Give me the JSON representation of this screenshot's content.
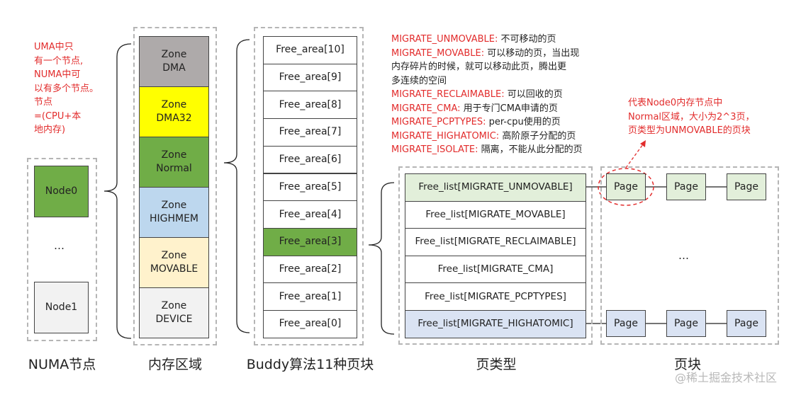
{
  "categories": {
    "numa": "NUMA节点",
    "zones": "内存区域",
    "buddy": "Buddy算法11种页块",
    "types": "页类型",
    "pages": "页块"
  },
  "uma_note": "UMA中只\n有一个节点,\nNUMA中可\n以有多个节点。节点\n=(CPU+本\n地内存)",
  "nodes": {
    "node0": "Node0",
    "ellipsis": "…",
    "node1": "Node1"
  },
  "zones": [
    {
      "label": "Zone\nDMA",
      "color": "#aeaaaa"
    },
    {
      "label": "Zone\nDMA32",
      "color": "#ffff00"
    },
    {
      "label": "Zone\nNormal",
      "color": "#70ad47"
    },
    {
      "label": "Zone\nHIGHMEM",
      "color": "#bdd7ee"
    },
    {
      "label": "Zone\nMOVABLE",
      "color": "#fff2cc"
    },
    {
      "label": "Zone\nDEVICE",
      "color": "#f2f2f2"
    }
  ],
  "free_areas": [
    "Free_area[10]",
    "Free_area[9]",
    "Free_area[8]",
    "Free_area[7]",
    "Free_area[6]",
    "Free_area[5]",
    "Free_area[4]",
    "Free_area[3]",
    "Free_area[2]",
    "Free_area[1]",
    "Free_area[0]"
  ],
  "free_area_highlight_color": "#70ad47",
  "migrate_notes": [
    {
      "key": "MIGRATE_UNMOVABLE:",
      "value": " 不可移动的页"
    },
    {
      "key": "MIGRATE_MOVABLE:",
      "value": " 可以移动的页，当出现"
    },
    {
      "key": "",
      "value": "内存碎片的时候，就可以移动此页，腾出更"
    },
    {
      "key": "",
      "value": "多连续的空间"
    },
    {
      "key": "MIGRATE_RECLAIMABLE:",
      "value": " 可以回收的页"
    },
    {
      "key": "MIGRATE_CMA:",
      "value": " 用于专门CMA申请的页"
    },
    {
      "key": "MIGRATE_PCPTYPES:",
      "value": " per-cpu使用的页"
    },
    {
      "key": "MIGRATE_HIGHATOMIC:",
      "value": " 高阶原子分配的页"
    },
    {
      "key": "MIGRATE_ISOLATE:",
      "value": " 隔离，不能从此分配的页"
    }
  ],
  "free_lists": [
    {
      "label": "Free_list[MIGRATE_UNMOVABLE]",
      "color": "#e2efda"
    },
    {
      "label": "Free_list[MIGRATE_MOVABLE]",
      "color": "#ffffff"
    },
    {
      "label": "Free_list[MIGRATE_RECLAIMABLE]",
      "color": "#ffffff"
    },
    {
      "label": "Free_list[MIGRATE_CMA]",
      "color": "#ffffff"
    },
    {
      "label": "Free_list[MIGRATE_PCPTYPES]",
      "color": "#ffffff"
    },
    {
      "label": "Free_list[MIGRATE_HIGHATOMIC]",
      "color": "#dae3f3"
    }
  ],
  "page_label": "Page",
  "page_colors": {
    "top": "#e2efda",
    "bottom": "#dae3f3"
  },
  "pages_ellipsis": "…",
  "page_note": "代表Node0内存节点中\nNormal区域，大小为2^3页，\n页类型为UNMOVABLE的页块",
  "watermark": "@稀土掘金技术社区",
  "colors": {
    "accent_red": "#e22c2c",
    "node_green": "#70ad47",
    "node_gray": "#f2f2f2"
  }
}
